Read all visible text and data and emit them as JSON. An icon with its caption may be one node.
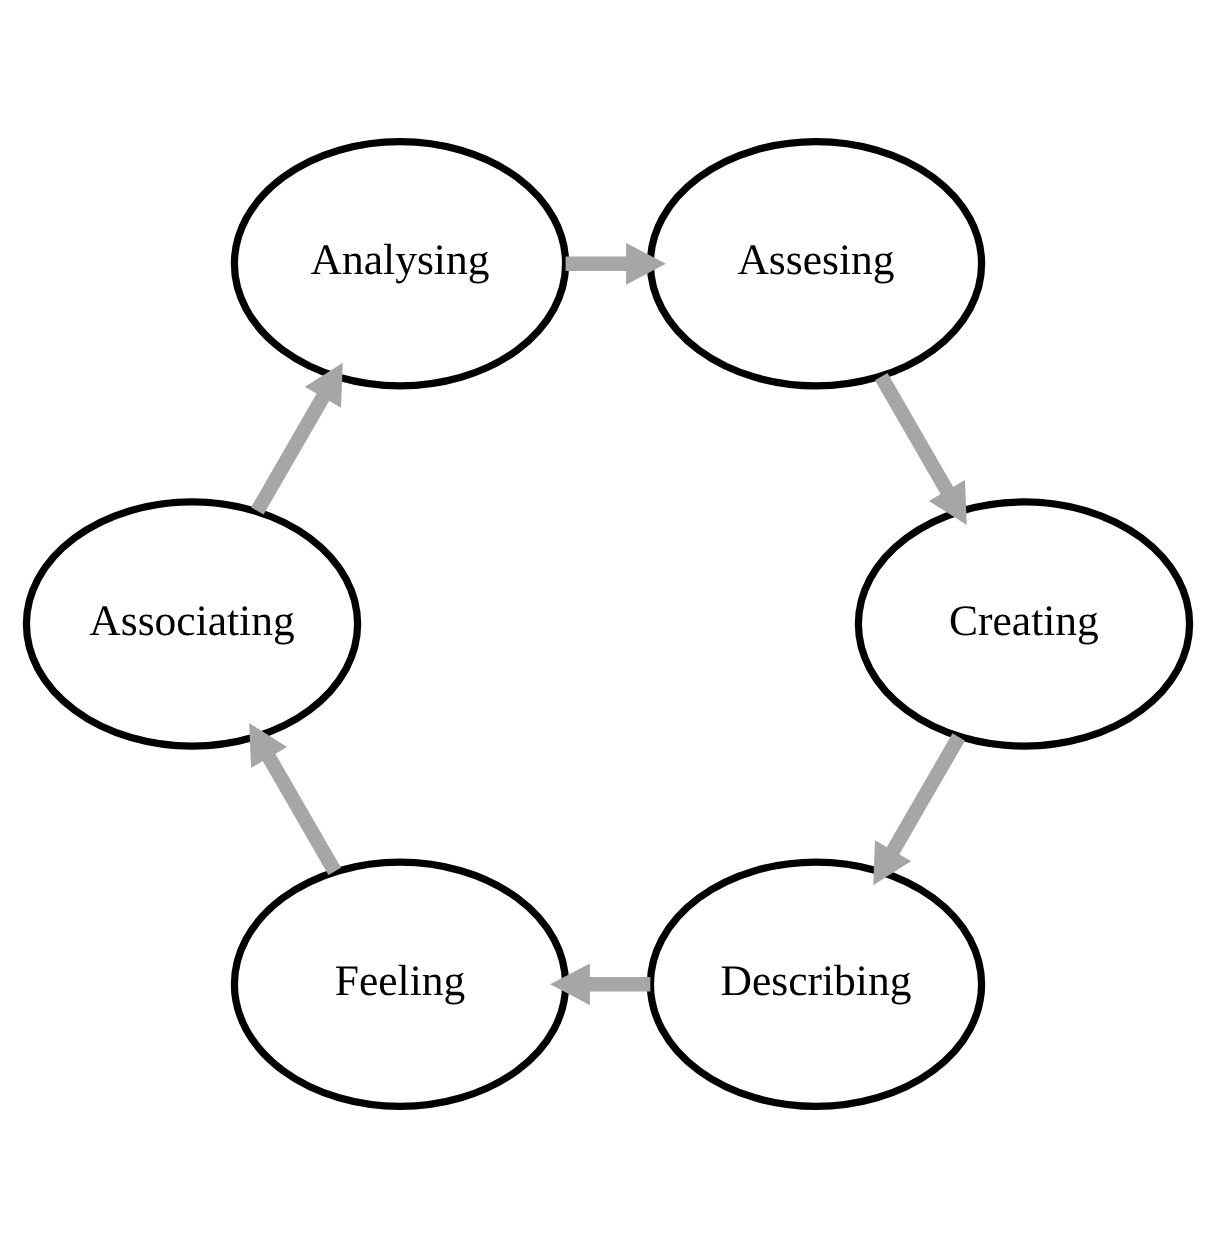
{
  "diagram": {
    "nodes": [
      {
        "text": [
          "Describing"
        ]
      },
      {
        "text": [
          "Feeling"
        ]
      },
      {
        "text": [
          "Associating"
        ]
      },
      {
        "text": [
          "Analysing"
        ]
      },
      {
        "text": [
          "Assesing"
        ]
      },
      {
        "text": [
          "Creating"
        ]
      }
    ],
    "edges": [
      {
        "from": 0,
        "to": 1,
        "arrow": "to"
      },
      {
        "from": 1,
        "to": 2,
        "arrow": "to"
      },
      {
        "from": 2,
        "to": 3,
        "arrow": "to"
      },
      {
        "from": 3,
        "to": 4,
        "arrow": "to"
      },
      {
        "from": 4,
        "to": 5,
        "arrow": "to"
      },
      {
        "from": 5,
        "to": 0,
        "arrow": "to"
      }
    ]
  }
}
